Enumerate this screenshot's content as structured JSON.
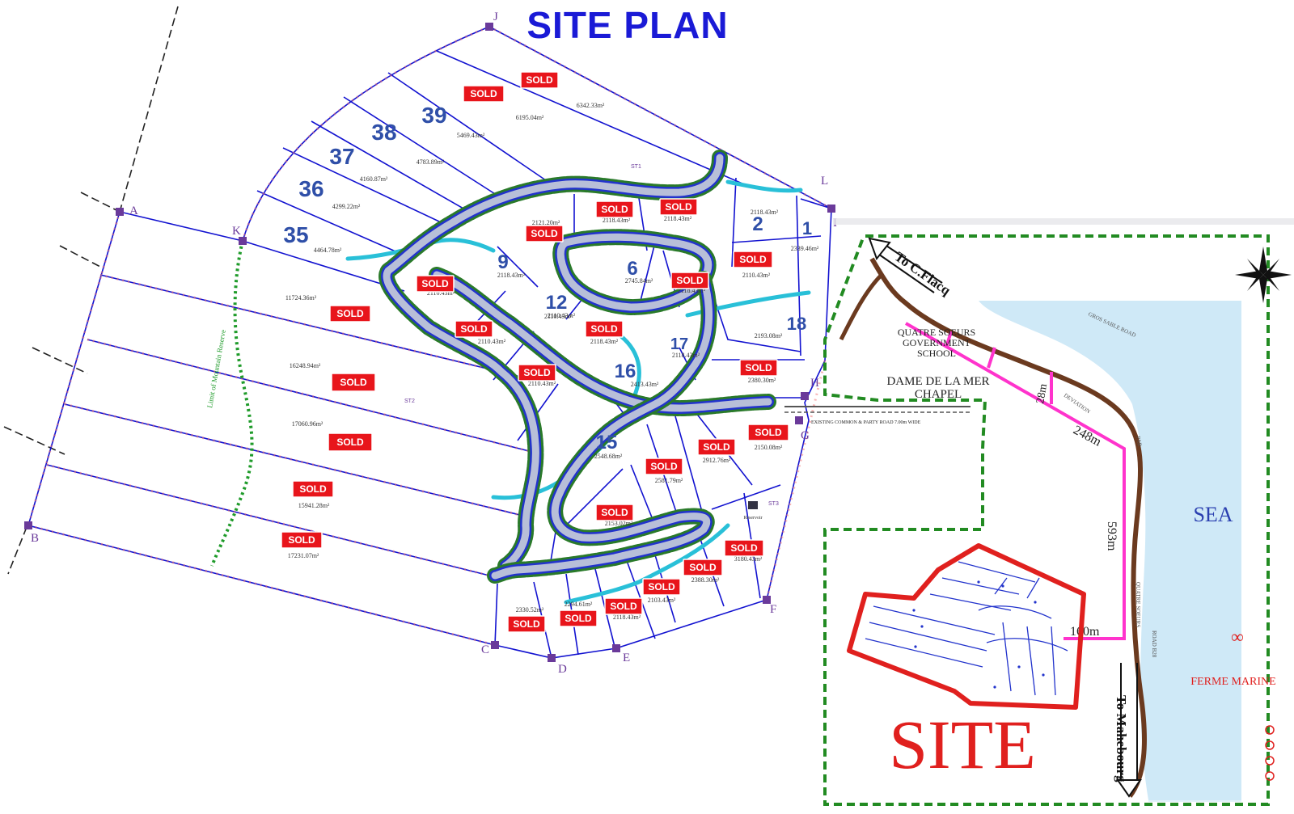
{
  "map": {
    "title": "SITE PLAN",
    "lots": [
      {
        "id": "lot-1",
        "number": "1",
        "area": "2339.46m²"
      },
      {
        "id": "lot-2",
        "number": "2",
        "area": "2118.43m²"
      },
      {
        "id": "lot-6",
        "number": "6",
        "area": "2745.84m²"
      },
      {
        "id": "lot-9",
        "number": "9",
        "area": "2118.43m²"
      },
      {
        "id": "lot-12",
        "number": "12",
        "area": "2110.43m²"
      },
      {
        "id": "lot-15",
        "number": "15",
        "area": "2548.68m²"
      },
      {
        "id": "lot-16",
        "number": "16",
        "area": "2413.43m²"
      },
      {
        "id": "lot-17",
        "number": "17",
        "area": "2118.43m²"
      },
      {
        "id": "lot-18",
        "number": "18",
        "area": "2193.08m²"
      },
      {
        "id": "lot-35",
        "number": "35",
        "area": "4464.78m²"
      },
      {
        "id": "lot-36",
        "number": "36",
        "area": "4299.22m²"
      },
      {
        "id": "lot-37",
        "number": "37",
        "area": "4160.87m²"
      },
      {
        "id": "lot-38",
        "number": "38",
        "area": "4783.89m²"
      },
      {
        "id": "lot-39",
        "number": "39",
        "area": "5469.43m²"
      }
    ],
    "other_areas": [
      "6195.04m²",
      "6342.33m²",
      "2118.43m²",
      "2118.43m²",
      "2121.20m²",
      "2110.43m²",
      "2118.43m²",
      "2110.43m²",
      "2118.43m²",
      "2110.43m²",
      "2110.43m²",
      "2110.43m²",
      "2380.30m²",
      "2150.08m²",
      "2912.76m²",
      "2581.79m²",
      "2153.02m²",
      "3180.43m²",
      "2388.30m²",
      "2103.43m²",
      "2118.43m²",
      "2294.61m²",
      "2330.52m²",
      "11724.36m²",
      "16248.94m²",
      "17060.96m²",
      "15941.28m²",
      "17231.07m²"
    ],
    "sold_label": "SOLD",
    "points": [
      "A",
      "K",
      "B",
      "C",
      "D",
      "E",
      "F",
      "G",
      "H",
      "I",
      "J",
      "L"
    ],
    "small_labels": {
      "st1": "ST1",
      "st2": "ST2",
      "st3": "ST3",
      "reserve": "Limit of Mountain Reserve",
      "access_road": "EXISTING COMMON & PARTY ROAD 7.00m WIDE",
      "reservoir": "Reservoir"
    }
  },
  "location": {
    "to_cflacq": "To C.Flacq",
    "to_mahebourg": "To Mahebourg",
    "school": [
      "QUATRE SOEURS",
      "GOVERNMENT",
      "SCHOOL"
    ],
    "chapel": [
      "DAME DE LA MER",
      "CHAPEL"
    ],
    "sea": "SEA",
    "ferme": "FERME MARINE",
    "site": "SITE",
    "distances": [
      "248m",
      "28m",
      "593m",
      "160m"
    ],
    "road_names": [
      "QUATRE SOEURS",
      "GROS SABLE ROAD",
      "PAR",
      "ROAD B28",
      "DEVIATION"
    ]
  },
  "colors": {
    "plot_line": "#1212d0",
    "sold": "#e8151b",
    "title": "#1a1ad6",
    "sea": "#cfe9f7",
    "boundary_green": "#228b22",
    "path_pink": "#ff33cc",
    "road_brown": "#6b3a1f",
    "site_red": "#e0201e"
  }
}
